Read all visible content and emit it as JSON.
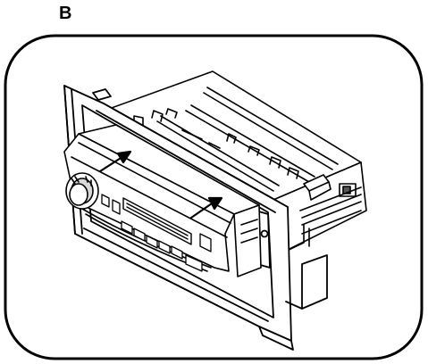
{
  "figure": {
    "step_label": "B",
    "colors": {
      "line": "#000000",
      "background": "#ffffff",
      "shade": "#d9d9d9",
      "dark": "#555555"
    },
    "parts": {
      "frame": "rounded-border",
      "chassis": "radio-chassis",
      "bezel": "mounting-bezel",
      "faceplate": "radio-faceplate",
      "knob": "volume-knob",
      "display": "display-window",
      "buttons": "preset-button-row",
      "arrows": "removal-arrows"
    }
  }
}
